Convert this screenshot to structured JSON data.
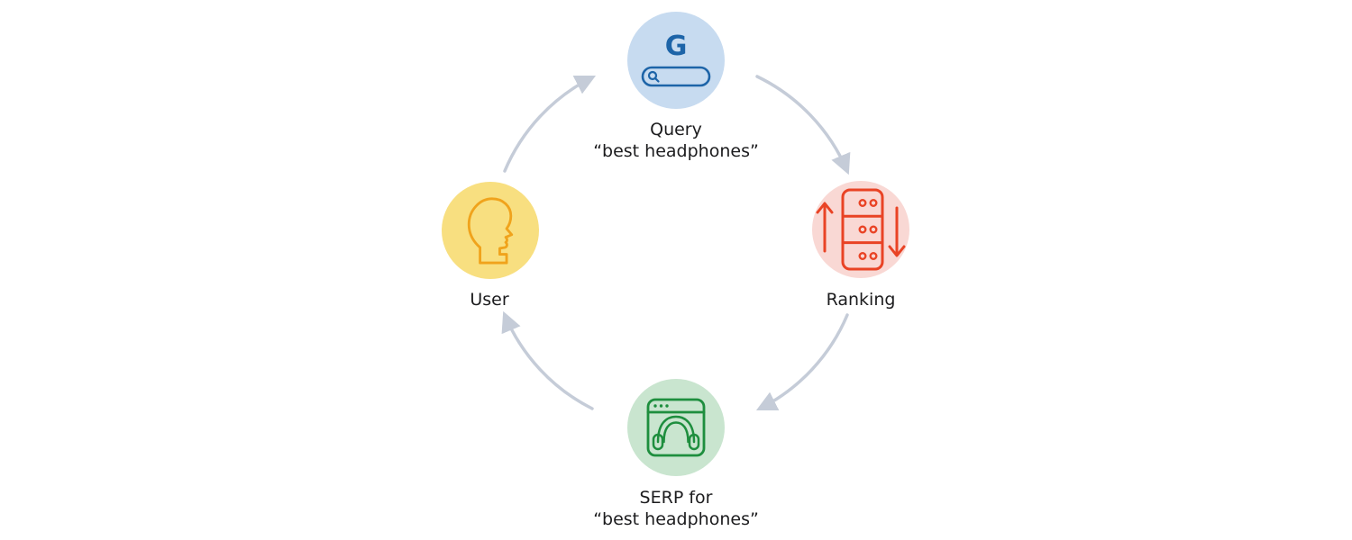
{
  "diagram": {
    "type": "cycle",
    "flow": [
      "user",
      "query",
      "ranking",
      "serp",
      "user"
    ],
    "arrow_color": "#c5ccd8",
    "background": "#ffffff",
    "text_color": "#1c1c1e"
  },
  "nodes": {
    "query": {
      "line1": "Query",
      "line2": "“best headphones”",
      "circle_fill": "#c7dbf0",
      "icon_color": "#1d64a8",
      "icon": "google-search-icon",
      "g_letter": "G"
    },
    "ranking": {
      "label": "Ranking",
      "circle_fill": "#f9d8d4",
      "icon_color": "#e94325",
      "icon": "server-ranking-icon"
    },
    "serp": {
      "line1": "SERP for",
      "line2": "“best headphones”",
      "circle_fill": "#c9e5cf",
      "icon_color": "#1e8e3e",
      "icon": "browser-headphones-icon"
    },
    "user": {
      "label": "User",
      "circle_fill": "#f8df80",
      "icon_color": "#f0a31c",
      "icon": "person-head-icon"
    }
  }
}
